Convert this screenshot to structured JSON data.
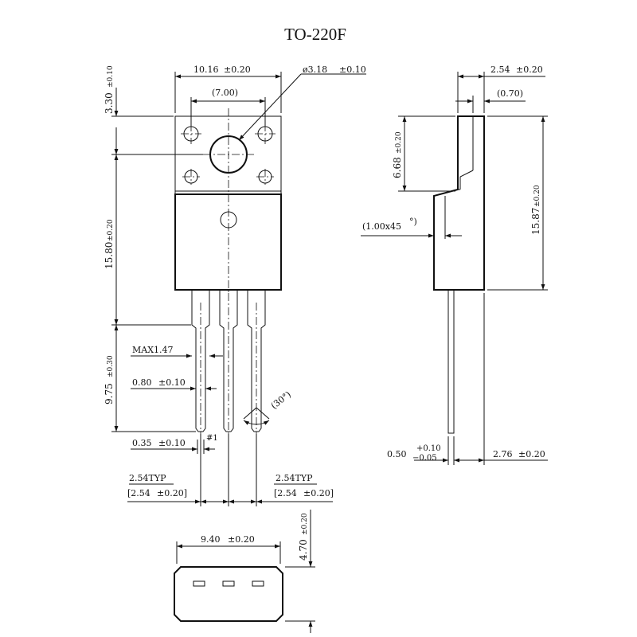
{
  "title": "TO-220F",
  "front": {
    "width": "10.16",
    "width_tol": "±0.20",
    "hole_spacing": "(7.00)",
    "hole_dia": "ø3.18",
    "hole_dia_tol": "±0.10",
    "top_h": "3.30",
    "top_h_tol": "±0.10",
    "body_h": "15.80",
    "body_h_tol": "±0.20",
    "lead_len": "9.75",
    "lead_len_tol": "±0.30",
    "lead_max": "MAX1.47",
    "lead_w": "0.80",
    "lead_w_tol": "±0.10",
    "lead_t": "0.35",
    "lead_t_tol": "±0.10",
    "pin1": "#1",
    "angle": "(30°)",
    "pitch_left_typ": "2.54TYP",
    "pitch_left": "[2.54",
    "pitch_left_tol": "±0.20]",
    "pitch_right_typ": "2.54TYP",
    "pitch_right": "[2.54",
    "pitch_right_tol": "±0.20]"
  },
  "side": {
    "thick": "2.54",
    "thick_tol": "±0.20",
    "tab": "(0.70)",
    "upper_h": "6.68",
    "upper_h_tol": "±0.20",
    "chamfer": "(1.00x45",
    "chamfer_deg": "°)",
    "total_h": "15.87",
    "total_h_tol": "±0.20",
    "lead_t": "0.50",
    "lead_t_tol_plus": "+0.10",
    "lead_t_tol_minus": "−0.05",
    "lead_off": "2.76",
    "lead_off_tol": "±0.20"
  },
  "bottom": {
    "width": "9.40",
    "width_tol": "±0.20",
    "height": "4.70",
    "height_tol": "±0.20"
  }
}
